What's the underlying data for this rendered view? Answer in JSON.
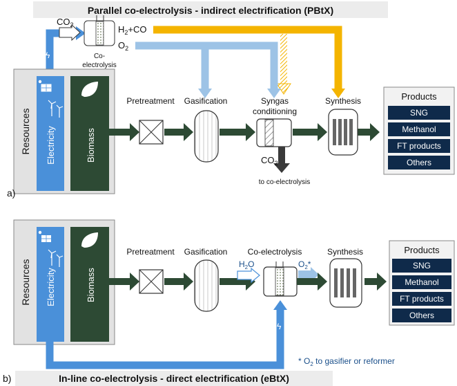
{
  "panel_a": {
    "title": "Parallel co-electrolysis - indirect electrification (PBtX)",
    "letter": "a)",
    "co2_in": "CO",
    "h2co": "H",
    "h2co_rest": "+CO",
    "o2": "O",
    "coelec_label_1": "Co-",
    "coelec_label_2": "electrolysis",
    "resources": "Resources",
    "electricity": "Electricity",
    "biomass": "Biomass",
    "pretreatment": "Pretreatment",
    "gasification": "Gasification",
    "syngas_1": "Syngas",
    "syngas_2": "conditioning",
    "synthesis": "Synthesis",
    "co2_out": "CO",
    "to_coelec": "to co-electrolysis",
    "products_title": "Products",
    "products": [
      "SNG",
      "Methanol",
      "FT products",
      "Others"
    ]
  },
  "panel_b": {
    "title": "In-line co-electrolysis - direct electrification (eBtX)",
    "letter": "b)",
    "resources": "Resources",
    "electricity": "Electricity",
    "biomass": "Biomass",
    "pretreatment": "Pretreatment",
    "gasification": "Gasification",
    "coelectrolysis": "Co-electrolysis",
    "h2o": "H",
    "h2o_rest": "O",
    "o2": "O",
    "o2_star": "*",
    "synthesis": "Synthesis",
    "products_title": "Products",
    "products": [
      "SNG",
      "Methanol",
      "FT products",
      "Others"
    ],
    "footnote_pre": "* O",
    "footnote_post": " to gasifier or reformer"
  },
  "colors": {
    "dark_green": "#2d4a34",
    "electric_blue": "#4a90d9",
    "light_blue": "#9dc3e6",
    "orange": "#f4b400",
    "navy": "#0f2a4a",
    "grey_box": "#e2e2e2"
  }
}
